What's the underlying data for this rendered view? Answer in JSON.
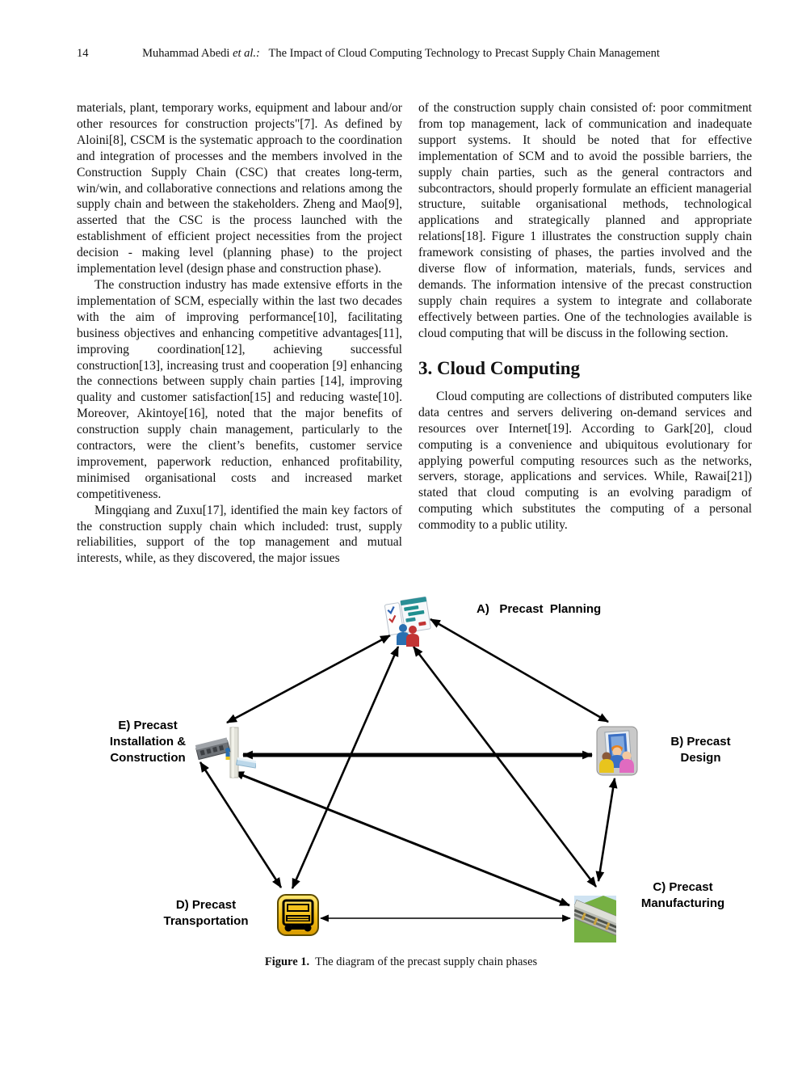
{
  "header": {
    "page_number": "14",
    "authors": "Muhammad Abedi ",
    "etal": "et al.:",
    "title": "   The Impact of Cloud Computing Technology to Precast Supply Chain Management"
  },
  "left_column": {
    "para1": "materials, plant, temporary works, equipment and labour and/or other resources for construction projects\"[7]. As defined by Aloini[8], CSCM is the systematic approach to the coordination and integration of processes and the members involved in the Construction Supply Chain (CSC) that creates long-term, win/win, and collaborative connections and relations among the supply chain and between the stakeholders. Zheng and Mao[9], asserted that the CSC is the process launched with the establishment of efficient project necessities from the project decision - making level (planning phase) to the project implementation level (design phase and construction phase).",
    "para2": "The construction industry has made extensive efforts in the implementation of SCM, especially within the last two decades with the aim of improving performance[10], facilitating business objectives and enhancing competitive advantages[11], improving coordination[12], achieving successful construction[13], increasing trust and cooperation [9] enhancing the connections between supply chain parties [14], improving quality and customer satisfaction[15] and reducing waste[10]. Moreover, Akintoye[16], noted that the major benefits of construction supply chain management, particularly to the contractors, were the client’s benefits, customer service improvement, paperwork reduction, enhanced profitability, minimised organisational costs and increased market competitiveness.",
    "para3": "Mingqiang and Zuxu[17], identified the main key factors of the construction supply chain which included: trust, supply reliabilities, support of the top management and mutual interests, while, as they discovered, the major issues"
  },
  "right_column": {
    "para1": "of the construction supply chain consisted of: poor commitment from top management, lack of communication and inadequate support systems. It should be noted that for effective implementation of SCM and to avoid the possible barriers, the supply chain parties, such as the general contractors and subcontractors, should properly formulate an efficient managerial structure, suitable organisational methods, technological applications and strategically planned and appropriate relations[18]. Figure 1 illustrates the construction supply chain framework consisting of phases, the parties involved and the diverse flow of information, materials, funds, services and demands. The information intensive of the precast construction supply chain requires a system to integrate and collaborate effectively between parties. One of the technologies available is cloud computing that will be discuss in the following section.",
    "heading": "3. Cloud Computing",
    "para2": "Cloud computing are collections of distributed computers like data centres and servers delivering on-demand services and resources over Internet[19]. According to Gark[20], cloud computing is a convenience and ubiquitous evolutionary for applying powerful computing resources such as the networks, servers, storage, applications and services. While, Rawai[21]) stated that cloud computing is an evolving paradigm of computing which substitutes the computing of a personal commodity to a public utility."
  },
  "figure": {
    "caption_label": "Figure 1.",
    "caption_text": "  The diagram of the precast supply chain phases",
    "nodes": {
      "planning": {
        "label": "A)   Precast  Planning"
      },
      "design": {
        "line1": "B) Precast",
        "line2": "Design"
      },
      "manufacturing": {
        "line1": "C) Precast",
        "line2": "Manufacturing"
      },
      "transportation": {
        "line1": "D) Precast",
        "line2": "Transportation"
      },
      "installation": {
        "line1": "E) Precast",
        "line2": "Installation &",
        "line3": "Construction"
      }
    },
    "edges": [
      {
        "from": "A-planning",
        "to": "E-installation",
        "arrows": "both",
        "weight": "normal"
      },
      {
        "from": "A-planning",
        "to": "B-design",
        "arrows": "both",
        "weight": "normal"
      },
      {
        "from": "A-planning",
        "to": "D-transportation",
        "arrows": "both",
        "weight": "normal"
      },
      {
        "from": "A-planning",
        "to": "C-manufacturing",
        "arrows": "both",
        "weight": "normal"
      },
      {
        "from": "E-installation",
        "to": "B-design",
        "arrows": "both",
        "weight": "thick"
      },
      {
        "from": "E-installation",
        "to": "D-transportation",
        "arrows": "both",
        "weight": "normal"
      },
      {
        "from": "E-installation",
        "to": "C-manufacturing",
        "arrows": "both",
        "weight": "normal"
      },
      {
        "from": "B-design",
        "to": "C-manufacturing",
        "arrows": "both",
        "weight": "normal"
      },
      {
        "from": "D-transportation",
        "to": "C-manufacturing",
        "arrows": "both",
        "weight": "thin"
      }
    ],
    "colors": {
      "arrow": "#000000",
      "truck_yellow": "#f6c21a",
      "grass_green": "#76b043",
      "sky_blue": "#cfe3f2",
      "gantt_teal": "#1f8f8f"
    }
  }
}
